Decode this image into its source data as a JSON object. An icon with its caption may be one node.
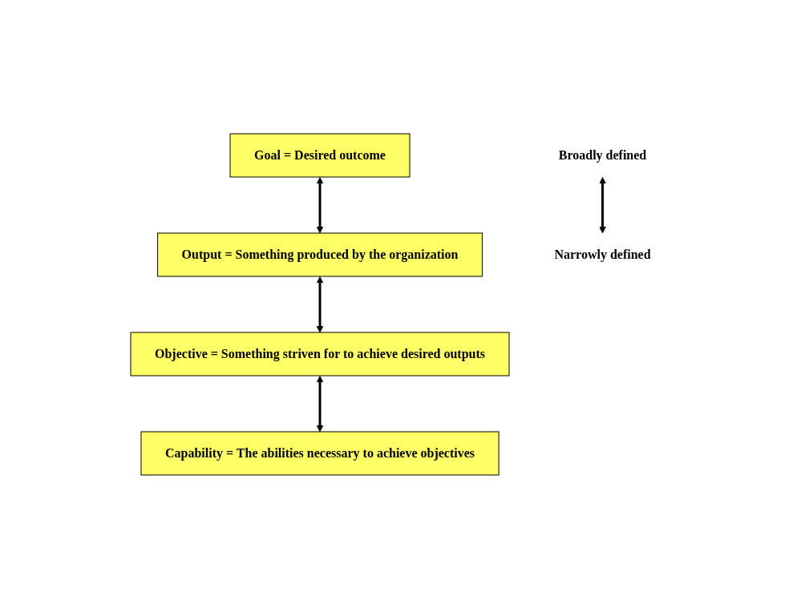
{
  "diagram": {
    "nodes": [
      {
        "text": [
          "Goal = Desired outcome"
        ]
      },
      {
        "text": [
          "Output = Something produced by the organization"
        ]
      },
      {
        "text": [
          "Objective = Something striven for to achieve desired outputs"
        ]
      },
      {
        "text": [
          "Capability = The abilities necessary to achieve objectives"
        ]
      },
      {
        "text": [
          "Broadly defined"
        ]
      },
      {
        "text": [
          "Narrowly defined"
        ]
      }
    ],
    "edges": [
      {
        "from": 0,
        "to": 1,
        "arrow": "both"
      },
      {
        "from": 1,
        "to": 2,
        "arrow": "both"
      },
      {
        "from": 2,
        "to": 3,
        "arrow": "both"
      },
      {
        "from": 4,
        "to": 5,
        "arrow": "both"
      }
    ]
  }
}
